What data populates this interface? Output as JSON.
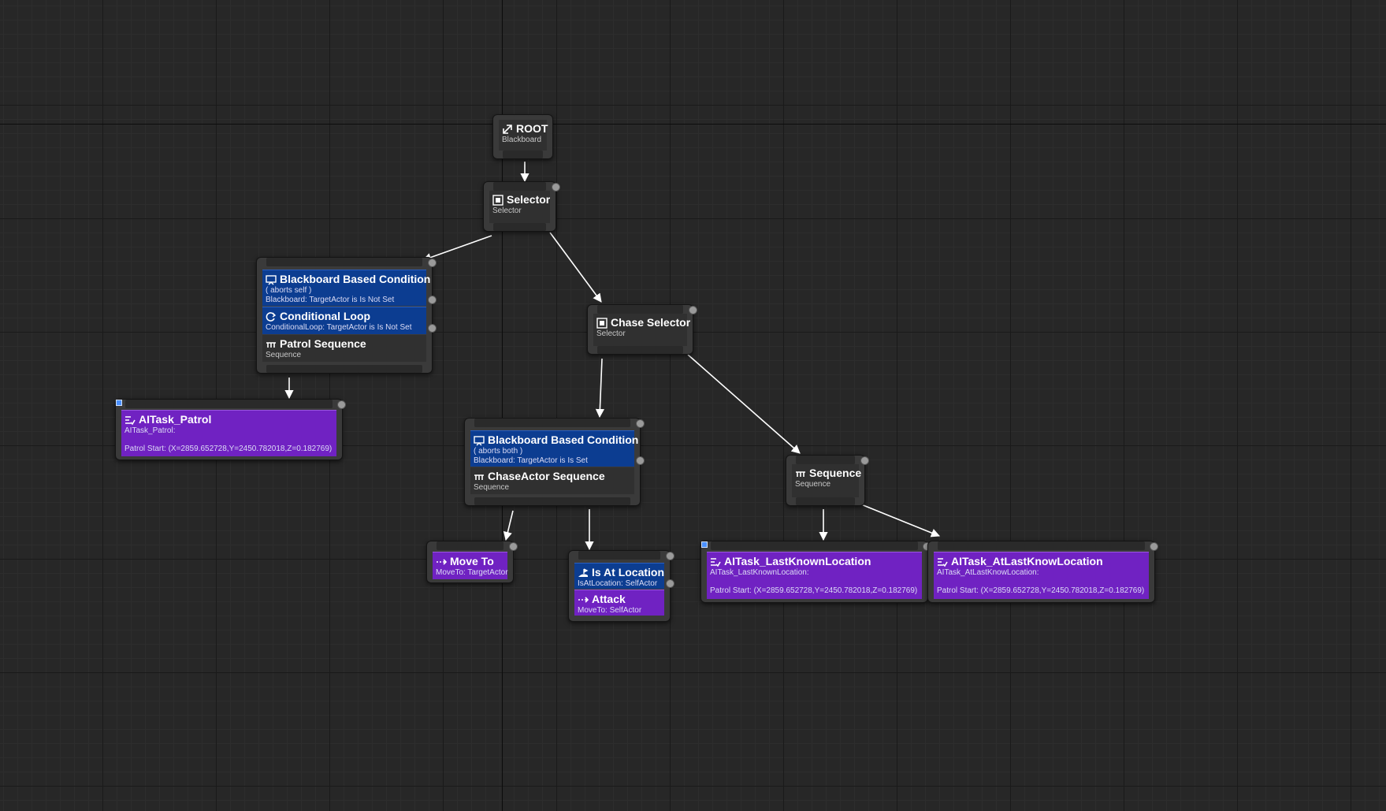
{
  "graph": {
    "root": {
      "title": "ROOT",
      "subtitle": "Blackboard",
      "icon": "root-icon"
    },
    "selector": {
      "title": "Selector",
      "subtitle": "Selector",
      "icon": "selector-icon"
    },
    "patrol": {
      "decorator1": {
        "title": "Blackboard Based Condition",
        "line1": "( aborts self )",
        "line2": "Blackboard: TargetActor is Is Not Set",
        "icon": "blackboard-icon"
      },
      "decorator2": {
        "title": "Conditional Loop",
        "line1": "ConditionalLoop: TargetActor is Is Not Set",
        "icon": "loop-icon"
      },
      "composite": {
        "title": "Patrol Sequence",
        "subtitle": "Sequence",
        "icon": "sequence-icon"
      }
    },
    "aitask_patrol": {
      "title": "AITask_Patrol",
      "line1": "AITask_Patrol:",
      "line2": "Patrol Start: (X=2859.652728,Y=2450.782018,Z=0.182769)",
      "icon": "task-icon"
    },
    "chase_selector": {
      "title": "Chase Selector",
      "subtitle": "Selector",
      "icon": "selector-icon"
    },
    "chase": {
      "decorator1": {
        "title": "Blackboard Based Condition",
        "line1": "( aborts both )",
        "line2": "Blackboard: TargetActor is Is Set",
        "icon": "blackboard-icon"
      },
      "composite": {
        "title": "ChaseActor Sequence",
        "subtitle": "Sequence",
        "icon": "sequence-icon"
      }
    },
    "sequence": {
      "title": "Sequence",
      "subtitle": "Sequence",
      "icon": "sequence-icon"
    },
    "move_to": {
      "title": "Move To",
      "line1": "MoveTo: TargetActor",
      "icon": "move-icon"
    },
    "attack_node": {
      "decorator1": {
        "title": "Is At Location",
        "line1": "IsAtLocation: SelfActor",
        "icon": "location-icon"
      },
      "task": {
        "title": "Attack",
        "line1": "MoveTo: SelfActor",
        "icon": "move-icon"
      }
    },
    "last_known": {
      "title": "AITask_LastKnownLocation",
      "line1": "AITask_LastKnownLocation:",
      "line2": "Patrol Start: (X=2859.652728,Y=2450.782018,Z=0.182769)",
      "icon": "task-icon"
    },
    "at_last_know": {
      "title": "AITask_AtLastKnowLocation",
      "line1": "AITask_AtLastKnowLocation:",
      "line2": "Patrol Start: (X=2859.652728,Y=2450.782018,Z=0.182769)",
      "icon": "task-icon"
    }
  },
  "colors": {
    "background": "#272727",
    "node": "#3a3a3a",
    "decorator": "#0c3d91",
    "task": "#7022c2",
    "wire": "#ffffff"
  }
}
